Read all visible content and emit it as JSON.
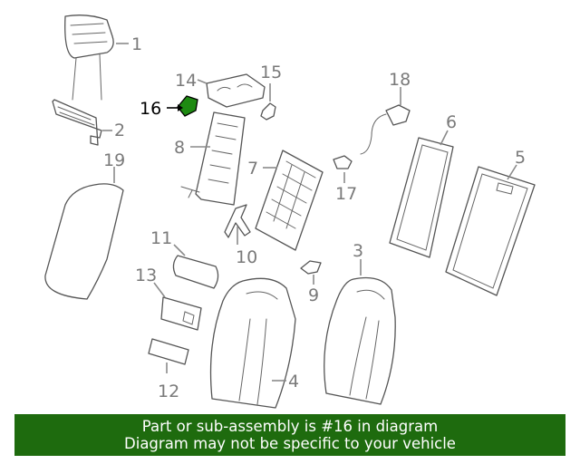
{
  "diagram": {
    "callouts": [
      "1",
      "2",
      "3",
      "4",
      "5",
      "6",
      "7",
      "8",
      "9",
      "10",
      "11",
      "12",
      "13",
      "14",
      "15",
      "16",
      "17",
      "18",
      "19"
    ],
    "highlight_color": "#1e8a12",
    "highlighted_part": "16"
  },
  "banner": {
    "line1": "Part or sub-assembly is #16 in diagram",
    "line2": "Diagram may not be specific to your vehicle",
    "background": "#1e6b0e"
  }
}
